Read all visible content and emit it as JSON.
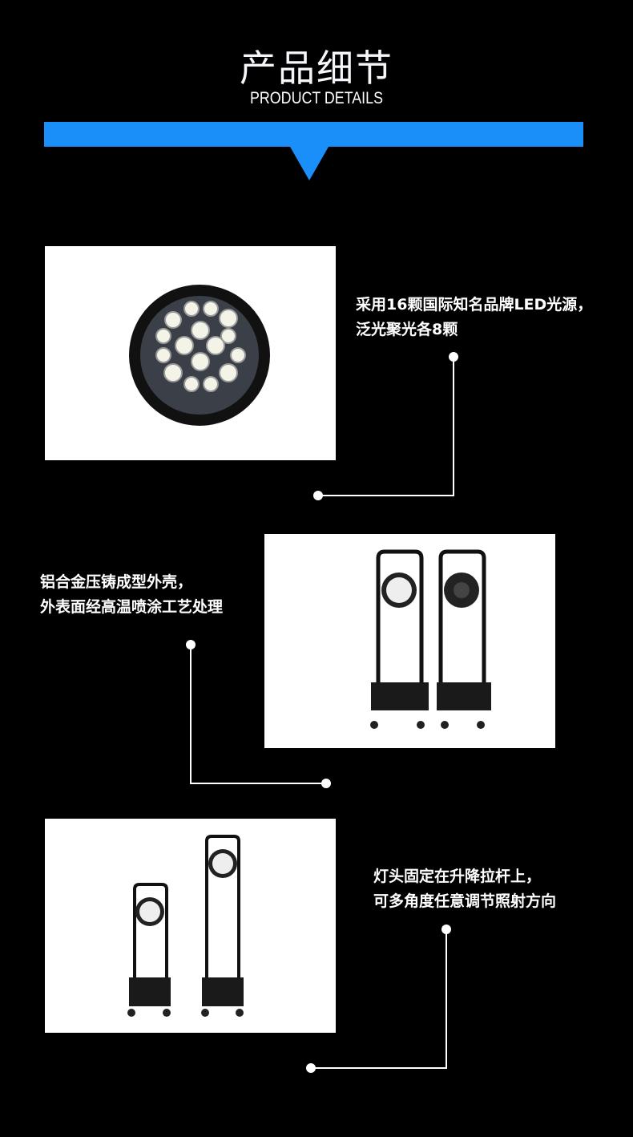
{
  "header": {
    "title": "产品细节",
    "subtitle": "PRODUCT DETAILS",
    "accent_color": "#1a8ffa"
  },
  "sections": [
    {
      "caption_lines": [
        "采用16颗国际知名品牌LED光源，",
        "泛光聚光各8颗"
      ],
      "image": "lamp-head-led-closeup"
    },
    {
      "caption_lines": [
        "铝合金压铸成型外壳，",
        "外表面经高温喷涂工艺处理"
      ],
      "image": "lamp-front-and-back-view"
    },
    {
      "caption_lines": [
        "灯头固定在升降拉杆上，",
        "可多角度任意调节照射方向"
      ],
      "image": "lamp-retracted-and-extended"
    }
  ]
}
